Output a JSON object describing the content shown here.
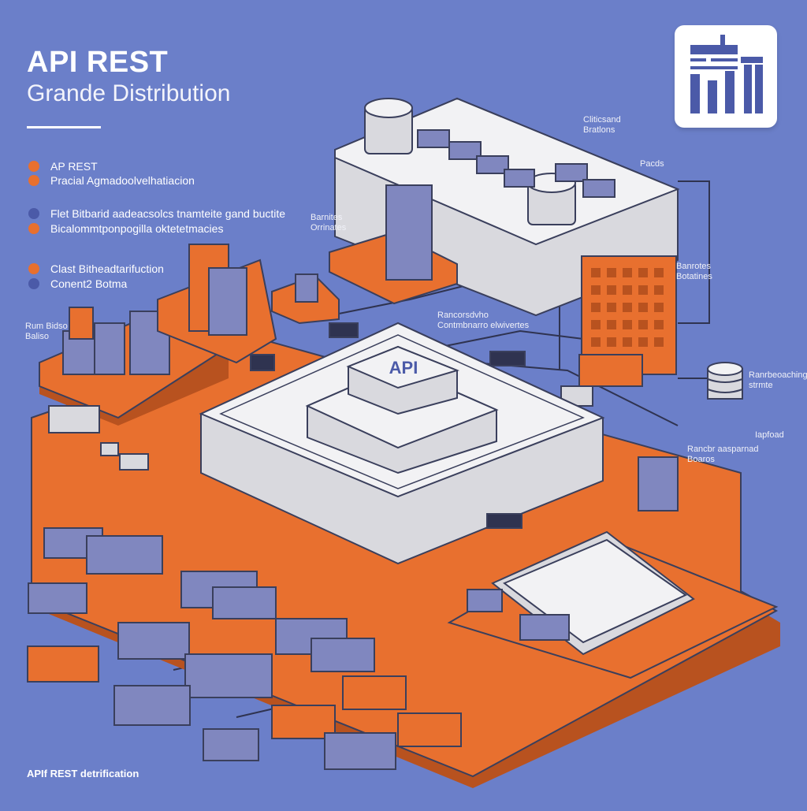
{
  "header": {
    "title": "API REST",
    "subtitle": "Grande Distribution"
  },
  "legend": [
    {
      "label": "AP REST",
      "color": "#e8702f"
    },
    {
      "label": "Pracial Agmadoolvelhatiacion",
      "color": "#e8702f"
    },
    {
      "label": "Flet Bitbarid aadeacsolcs tnamteite gand buctite",
      "color": "#4b5aa8"
    },
    {
      "label": "Bicalommtponpogilla oktetetmacies",
      "color": "#e8702f"
    },
    {
      "label": "Clast Bitheadtarifuction",
      "color": "#e8702f"
    },
    {
      "label": "Conent2 Botma",
      "color": "#4b5aa8"
    }
  ],
  "central_node": {
    "label": "API"
  },
  "annotations": {
    "top_right_1": "Cliticsand\nBratlons",
    "top_right_2": "Pacds",
    "left_server": "Barnites\nOrrinates",
    "left_store": "Rum Bidso\nBaliso",
    "mid": "Rancorsdvho\nContmbnarro elwivertes",
    "right_panel": "Banrotes\nBotatines",
    "right_db": "Ranrbeoaching\nstrmte",
    "right_rack": "Rancbr aasparnad\nBoaros",
    "right_rack_top": "Iapfoad"
  },
  "footer": {
    "caption": "APIf REST detrification"
  },
  "colors": {
    "background": "#6b7fc9",
    "accent_orange": "#e8702f",
    "dark_orange": "#b8521f",
    "platform_white": "#efefef",
    "device_blue": "#8087bf",
    "outline": "#3a3f5c"
  },
  "icon": {
    "name": "bar-chart-icon"
  }
}
